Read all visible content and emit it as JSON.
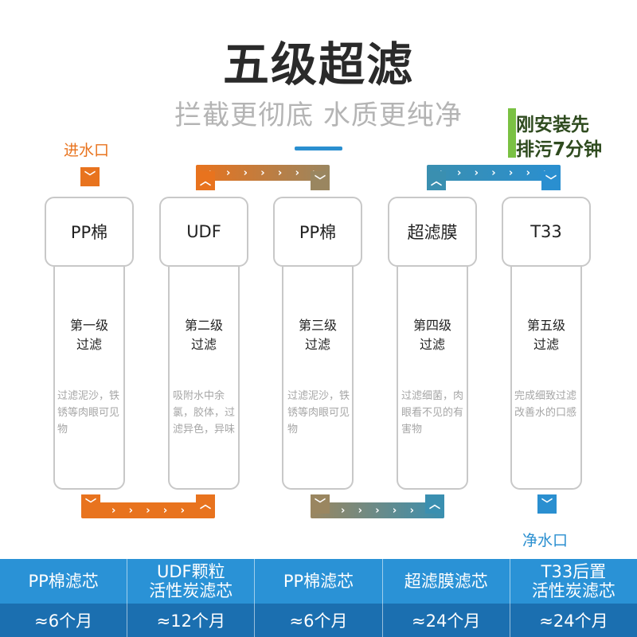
{
  "header": {
    "title": "五级超滤",
    "subtitle": "拦截更彻底 水质更纯净",
    "notice_line1": "刚安装先",
    "notice_line2": "排污7分钟"
  },
  "flow": {
    "inlet_label": "进水口",
    "outlet_label": "净水口"
  },
  "stages": [
    {
      "cap": "PP棉",
      "line1": "第一级",
      "line2": "过滤",
      "desc": "过滤泥沙，铁锈等肉眼可见物",
      "pipe_color": "#e8731e"
    },
    {
      "cap": "UDF",
      "line1": "第二级",
      "line2": "过滤",
      "desc": "吸附水中余氯，胶体，过滤异色，异味",
      "pipe_color": "#e8731e"
    },
    {
      "cap": "PP棉",
      "line1": "第三级",
      "line2": "过滤",
      "desc": "过滤泥沙，铁锈等肉眼可见物",
      "pipe_color": "#9a8660"
    },
    {
      "cap": "超滤膜",
      "line1": "第四级",
      "line2": "过滤",
      "desc": "过滤细菌，肉眼看不见的有害物",
      "pipe_color": "#3a8fb0"
    },
    {
      "cap": "T33",
      "line1": "第五级",
      "line2": "过滤",
      "desc": "完成细致过滤改善水的口感",
      "pipe_color": "#2a8fd0"
    }
  ],
  "table": {
    "names": [
      "PP棉滤芯",
      "UDF颗粒\n活性炭滤芯",
      "PP棉滤芯",
      "超滤膜滤芯",
      "T33后置\n活性炭滤芯"
    ],
    "lifespans": [
      "≈6个月",
      "≈12个月",
      "≈6个月",
      "≈24个月",
      "≈24个月"
    ]
  },
  "colors": {
    "orange": "#e8731e",
    "brown": "#9a8660",
    "teal": "#3a8fb0",
    "blue": "#2a8fd0",
    "table_top": "#2a92d6",
    "table_bottom": "#1b6fb0",
    "notice_green": "#7ac143"
  },
  "icons": {
    "flow_arrow": "chevron-right-icon",
    "port_in": "chevron-down-icon",
    "port_out": "chevron-up-icon"
  }
}
